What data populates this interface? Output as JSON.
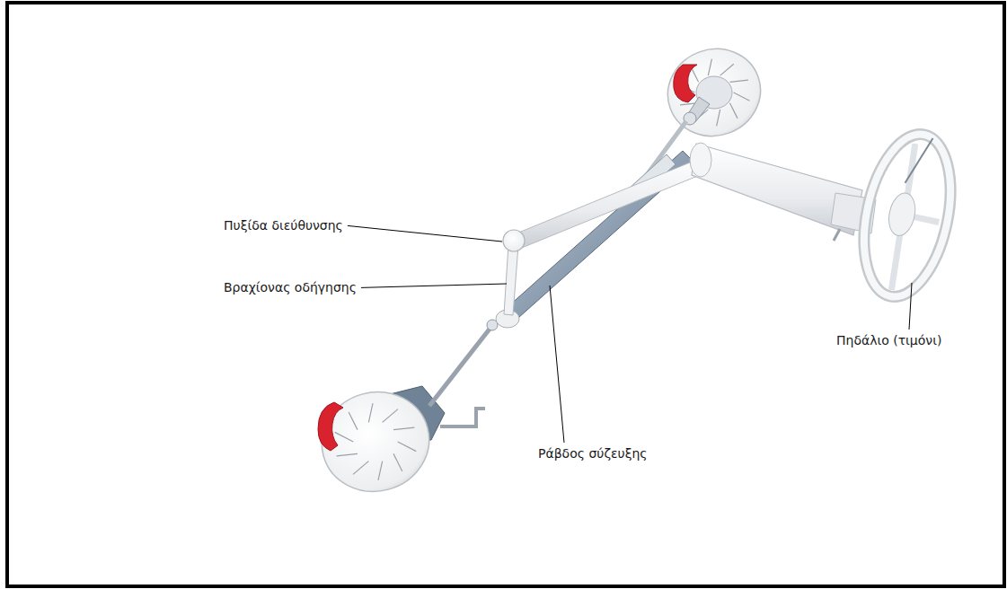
{
  "diagram": {
    "labels": [
      "Πυξίδα διεύθυνσης",
      "Βραχίονας οδήγησης",
      "Ράβδος σύζευξης",
      "Πηδάλιο (τιμόνι)"
    ]
  }
}
